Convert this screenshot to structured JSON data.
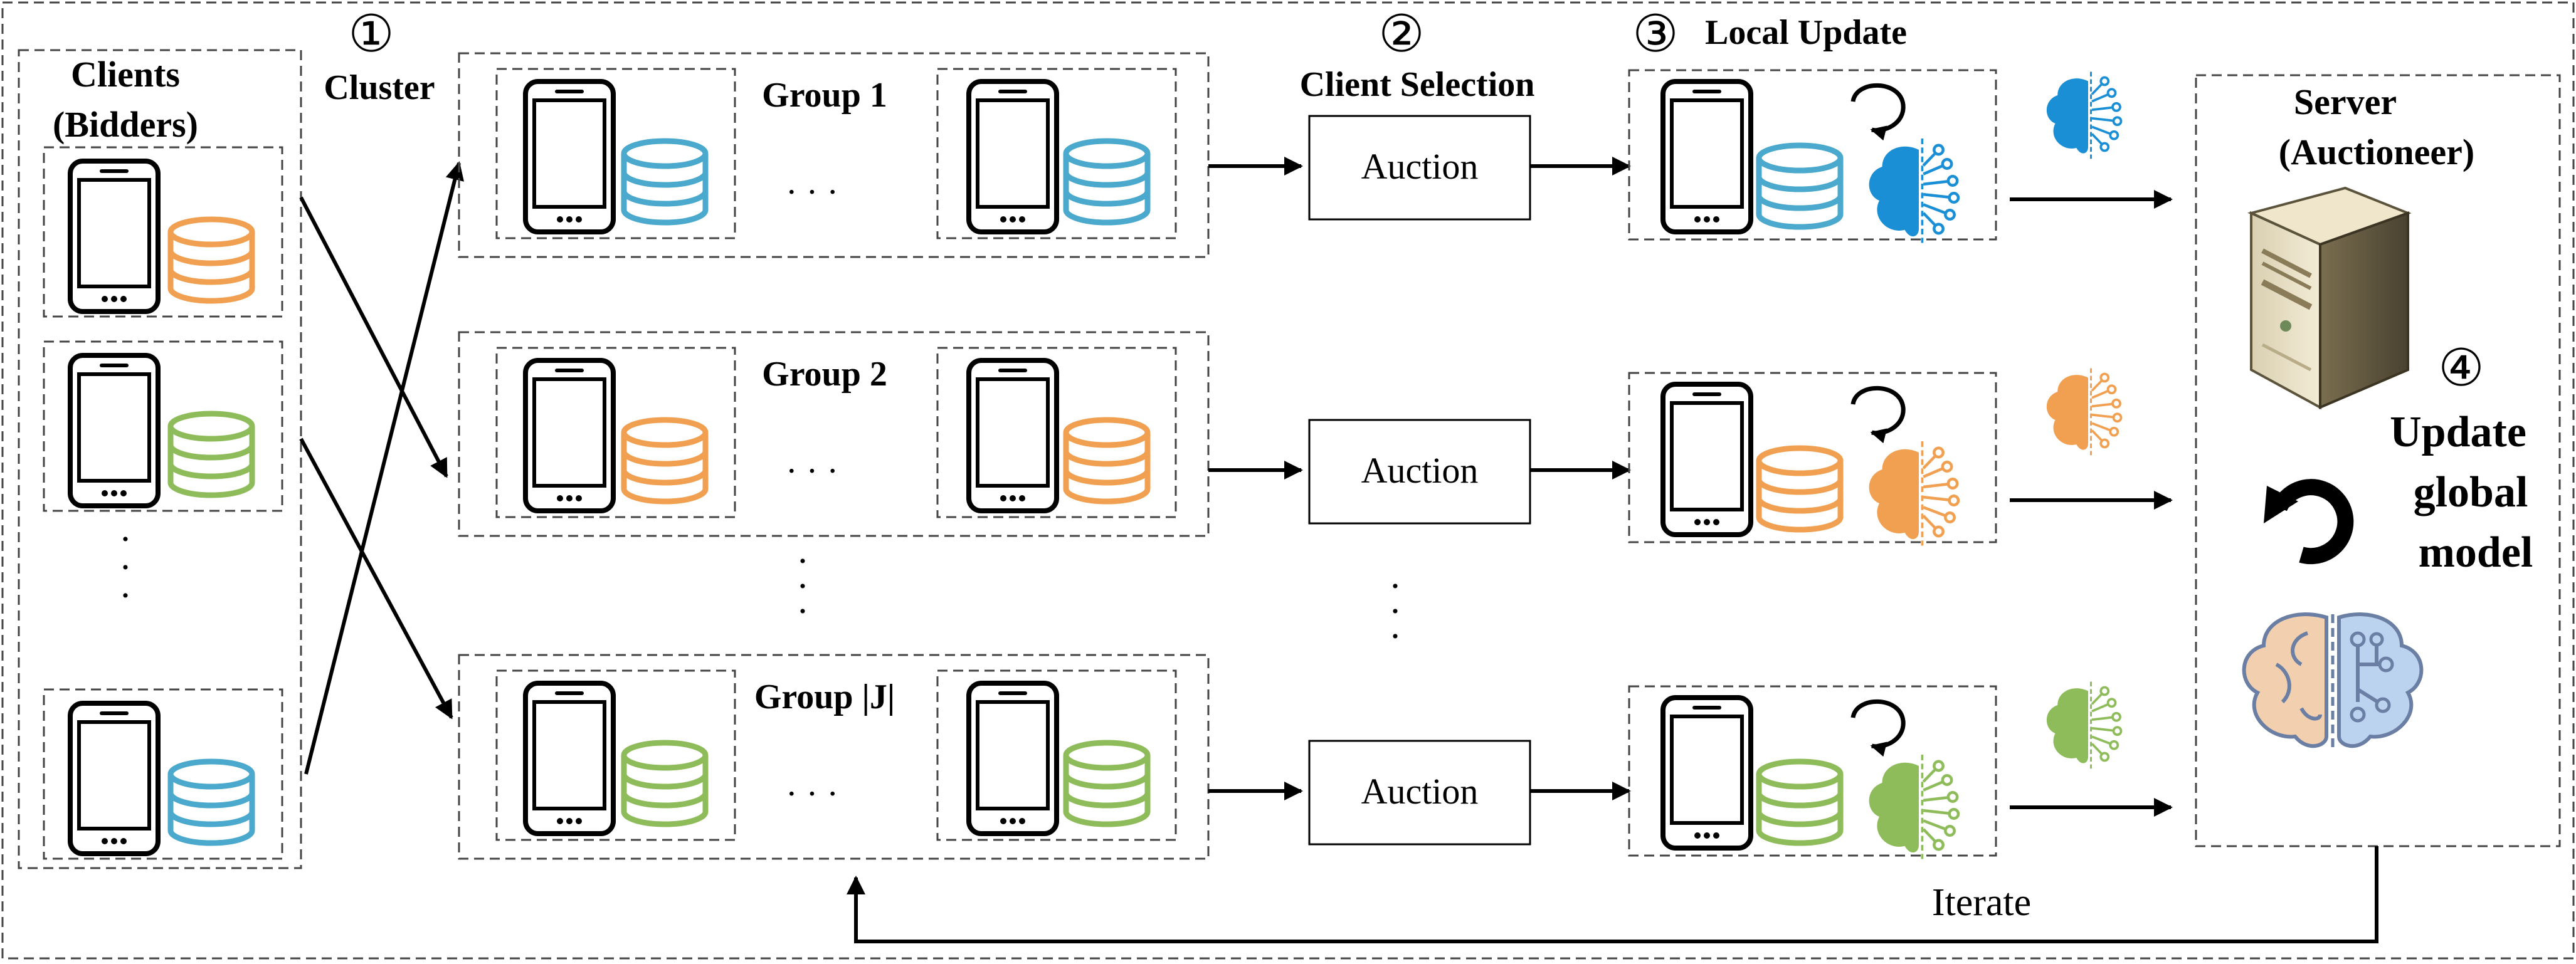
{
  "colors": {
    "blue": "#4aa9cc",
    "blue_brain": "#1a8fd6",
    "orange": "#f0a050",
    "green": "#8fbc5a",
    "brain_pink": "#f1c8a6",
    "brain_blue": "#a8c6ea"
  },
  "steps": {
    "step1": "①",
    "step2": "②",
    "step3": "③",
    "step4": "④"
  },
  "labels": {
    "clients_line1": "Clients",
    "clients_line2": "(Bidders)",
    "cluster": "Cluster",
    "client_selection": "Client Selection",
    "local_update": "Local Update",
    "server_line1": "Server",
    "server_line2": "(Auctioneer)",
    "update_line1": "Update",
    "update_line2": "global",
    "update_line3": "model",
    "iterate": "Iterate",
    "ellipsis_h": "· · ·"
  },
  "groups": [
    {
      "name": "Group 1",
      "color": "blue",
      "auction": "Auction"
    },
    {
      "name": "Group 2",
      "color": "orange",
      "auction": "Auction"
    },
    {
      "name": "Group |J|",
      "color": "green",
      "auction": "Auction"
    }
  ],
  "clients": [
    {
      "color": "orange"
    },
    {
      "color": "green"
    },
    {
      "color": "blue"
    }
  ],
  "icons": [
    "phone-icon",
    "database-icon",
    "brain-icon",
    "refresh-icon",
    "server-icon",
    "global-brain-icon"
  ]
}
